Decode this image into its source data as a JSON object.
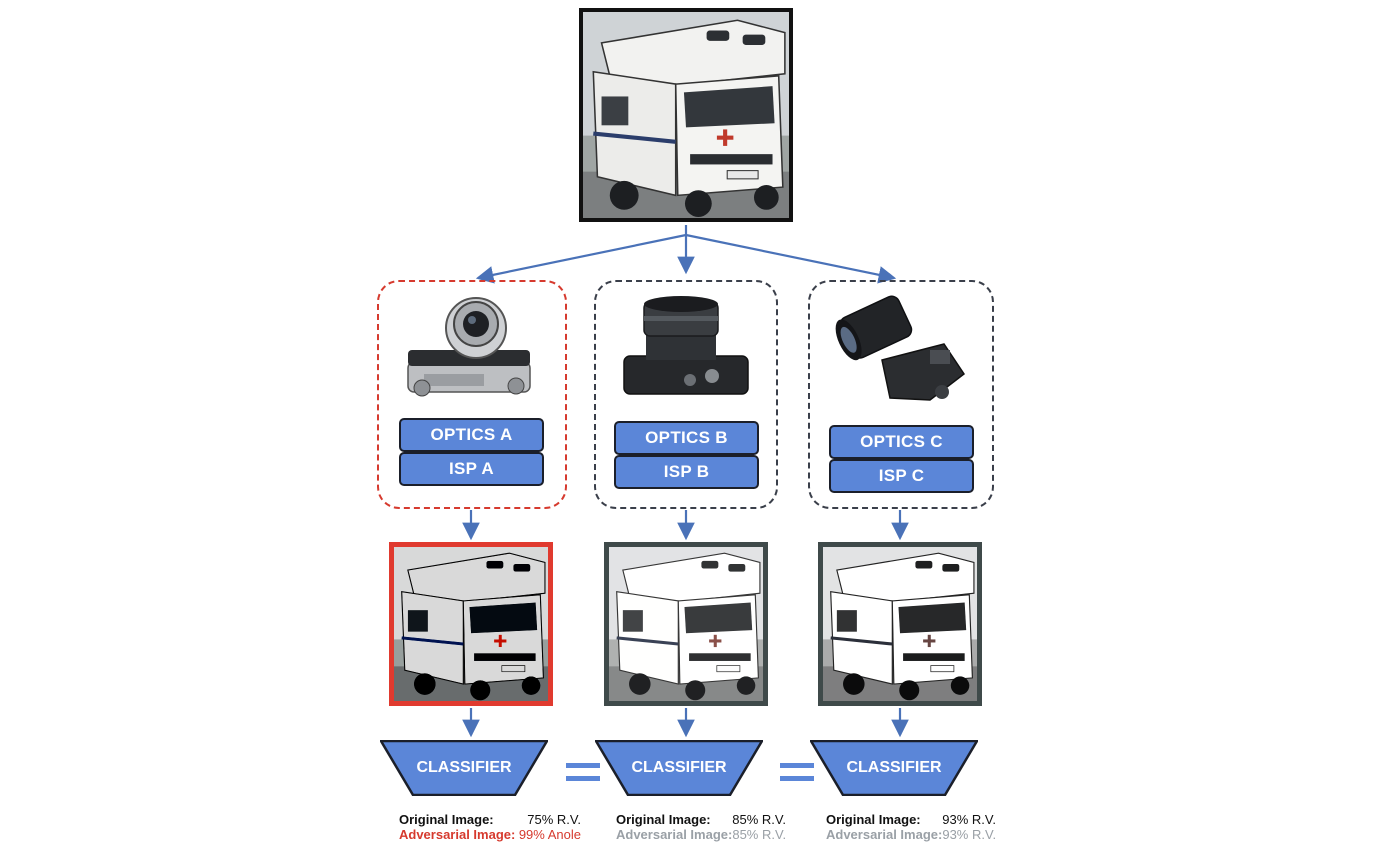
{
  "colors": {
    "accent_blue": "#5b86d8",
    "arrow_blue": "#4a72b8",
    "adversarial_red": "#d63a2e",
    "muted_gray": "#9aa0a6"
  },
  "source_image": {
    "icon": "rv-photo"
  },
  "pipelines": [
    {
      "id": "a",
      "camera_icon": "rangefinder-camera-icon",
      "optics_label": "OPTICS A",
      "isp_label": "ISP A",
      "classifier_label": "CLASSIFIER",
      "original_label": "Original Image:",
      "original_value": "75% R.V.",
      "adversarial_label": "Adversarial Image:",
      "adversarial_value": "99% Anole"
    },
    {
      "id": "b",
      "camera_icon": "mirrorless-camera-icon",
      "optics_label": "OPTICS B",
      "isp_label": "ISP B",
      "classifier_label": "CLASSIFIER",
      "original_label": "Original Image:",
      "original_value": "85% R.V.",
      "adversarial_label": "Adversarial Image:",
      "adversarial_value": "85% R.V."
    },
    {
      "id": "c",
      "camera_icon": "dslr-camera-icon",
      "optics_label": "OPTICS C",
      "isp_label": "ISP C",
      "classifier_label": "CLASSIFIER",
      "original_label": "Original Image:",
      "original_value": "93% R.V.",
      "adversarial_label": "Adversarial Image:",
      "adversarial_value": "93% R.V."
    }
  ]
}
